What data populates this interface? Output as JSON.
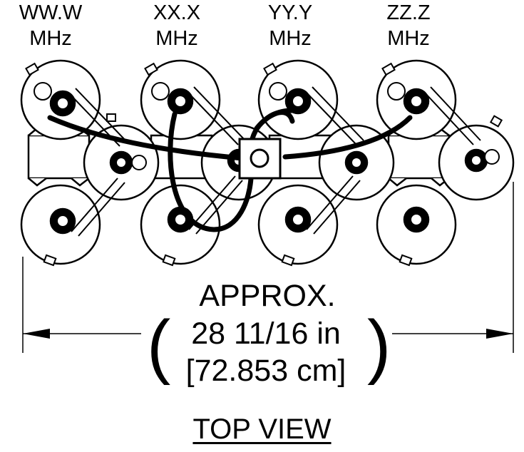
{
  "frequencies": [
    {
      "value": "WW.W",
      "unit": "MHz"
    },
    {
      "value": "XX.X",
      "unit": "MHz"
    },
    {
      "value": "YY.Y",
      "unit": "MHz"
    },
    {
      "value": "ZZ.Z",
      "unit": "MHz"
    }
  ],
  "dimension": {
    "qualifier": "APPROX.",
    "imperial": "28 11/16 in",
    "metric": "[72.853 cm]"
  },
  "view_title": "TOP VIEW"
}
